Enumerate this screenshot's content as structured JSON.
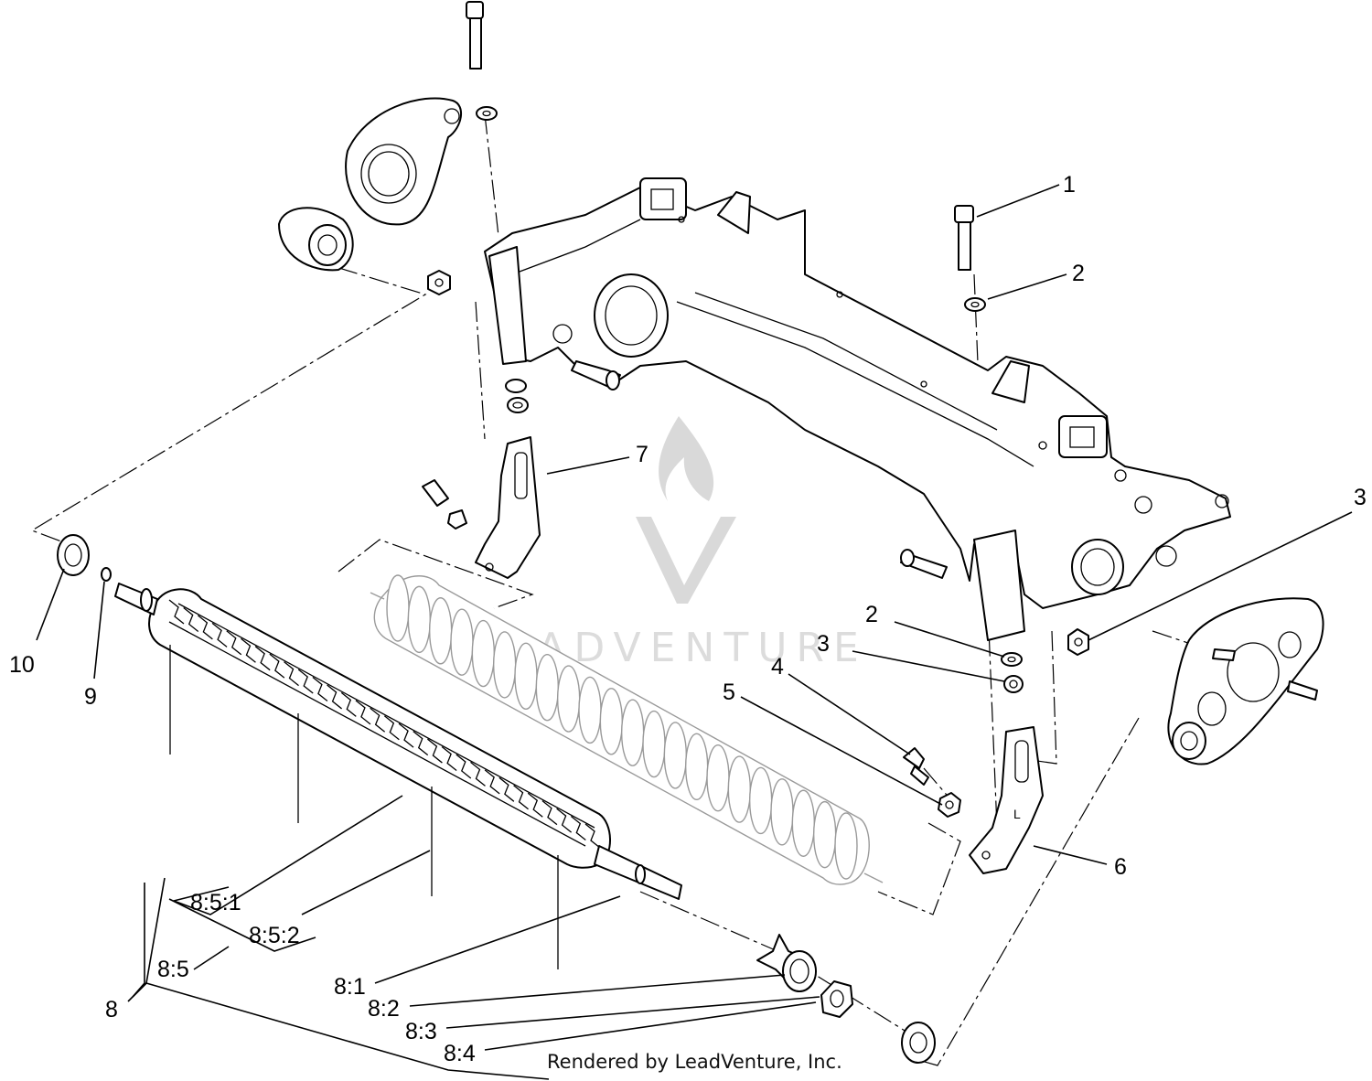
{
  "watermark": {
    "text": "LEADVENTURE"
  },
  "credit": "Rendered by LeadVenture, Inc.",
  "callouts": [
    {
      "id": "1",
      "label": "1"
    },
    {
      "id": "2a",
      "label": "2"
    },
    {
      "id": "2b",
      "label": "2"
    },
    {
      "id": "3a",
      "label": "3"
    },
    {
      "id": "3b",
      "label": "3"
    },
    {
      "id": "4",
      "label": "4"
    },
    {
      "id": "5",
      "label": "5"
    },
    {
      "id": "6",
      "label": "6"
    },
    {
      "id": "7",
      "label": "7"
    },
    {
      "id": "8",
      "label": "8"
    },
    {
      "id": "8_1",
      "label": "8:1"
    },
    {
      "id": "8_2",
      "label": "8:2"
    },
    {
      "id": "8_3",
      "label": "8:3"
    },
    {
      "id": "8_4",
      "label": "8:4"
    },
    {
      "id": "8_5",
      "label": "8:5"
    },
    {
      "id": "8_5_1",
      "label": "8:5:1"
    },
    {
      "id": "8_5_2",
      "label": "8:5:2"
    },
    {
      "id": "9",
      "label": "9"
    },
    {
      "id": "10",
      "label": "10"
    }
  ]
}
